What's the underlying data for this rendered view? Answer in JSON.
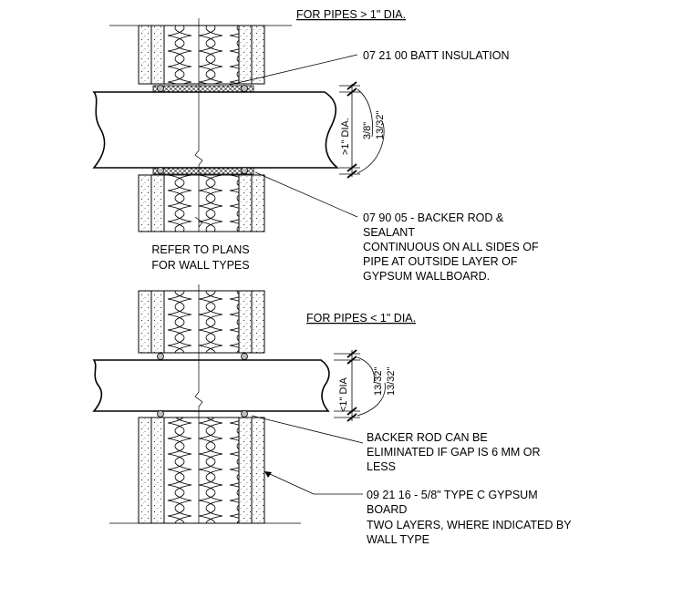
{
  "headings": {
    "large_pipe": "FOR PIPES > 1\" DIA.",
    "small_pipe": "FOR PIPES < 1\" DIA."
  },
  "notes": {
    "batt_insulation": "07 21 00 BATT INSULATION",
    "backer_rod": [
      "07 90 05 - BACKER ROD &",
      "SEALANT",
      "CONTINUOUS ON ALL SIDES OF",
      "PIPE AT OUTSIDE LAYER OF",
      "GYPSUM WALLBOARD."
    ],
    "refer_plans": [
      "REFER TO PLANS",
      "FOR WALL TYPES"
    ],
    "backer_eliminated": [
      "BACKER ROD CAN BE",
      "ELIMINATED IF GAP IS 6 MM OR",
      "LESS"
    ],
    "gypsum_board": [
      "09 21 16 - 5/8\" TYPE C GYPSUM",
      "BOARD",
      "TWO LAYERS, WHERE INDICATED BY",
      "WALL TYPE"
    ]
  },
  "dimensions": {
    "large_pipe_dia": ">1\" DIA.",
    "large_gap": "3/8\"",
    "large_sleeve": "13/32\"",
    "small_pipe_dia": "<1\" DIA",
    "small_gap": "13/32\"",
    "small_sleeve": "13/32\""
  },
  "colors": {
    "line": "#000000",
    "fill_gray": "#bdbdbd",
    "background": "#ffffff"
  }
}
